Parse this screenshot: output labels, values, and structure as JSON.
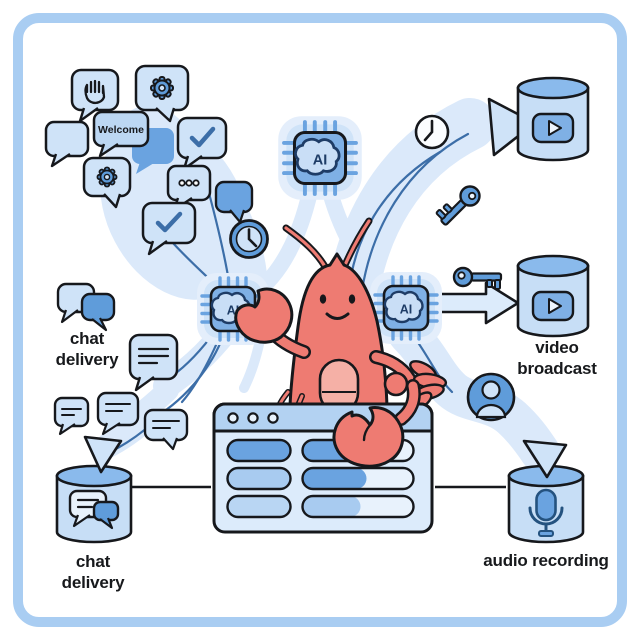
{
  "scene": {
    "description": "Cartoon lobster AI mascot routing data between chat, video and audio services",
    "mascot": "lobster"
  },
  "labels": {
    "chat_delivery_flow": "chat delivery",
    "chat_delivery_store": "chat delivery",
    "video_broadcast": "video broadcast",
    "audio_recording": "audio recording"
  },
  "speech": {
    "welcome": "Welcome"
  },
  "chip": {
    "label": "AI"
  },
  "icons": {
    "wave_hand": "raised hand in speech bubble",
    "gear": "settings gear in speech bubble",
    "checkmark": "checkmark in speech bubble",
    "typing_dots": "typing ellipsis in speech bubble",
    "message_lines": "text lines in speech bubble",
    "chat_bubbles": "overlapping chat bubbles",
    "clock": "clock",
    "key": "key",
    "play": "play button on storage cylinder",
    "microphone": "microphone on storage cylinder",
    "user": "person avatar",
    "database": "storage cylinder",
    "ai_chip": "AI processor chip with brain",
    "browser_window": "app window with three dots and content rows"
  },
  "colors": {
    "frame": "#a9cdf2",
    "outline": "#16181c",
    "bubble_light": "#cfe3f8",
    "accent_blue": "#5f9cda",
    "chip_blue": "#7fb0e5",
    "swoosh": "#dbe9fa",
    "dark_line": "#3c6ea8",
    "lobster_red": "#ee7b72",
    "lobster_belly": "#f5b0a6",
    "cylinder_body": "#c7def6",
    "cylinder_top": "#8abaec",
    "window_fill": "#dcebfb",
    "window_bar": "#b3d2f2"
  }
}
